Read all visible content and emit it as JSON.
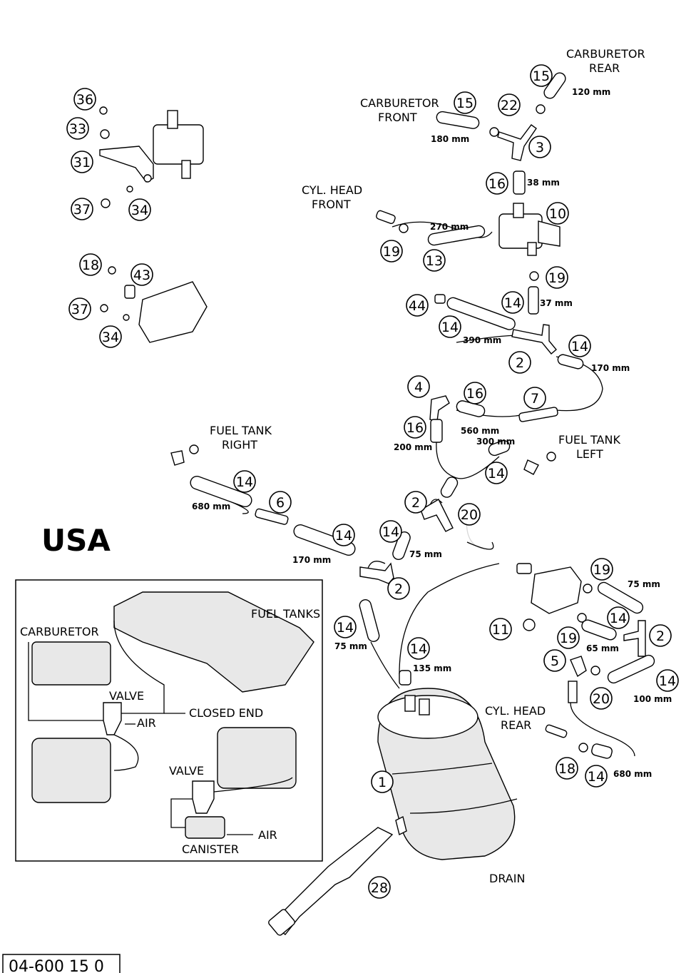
{
  "region_title": "USA",
  "figure_code": "04-600 15 0",
  "callouts": [
    {
      "id": "c36",
      "n": "36"
    },
    {
      "id": "c33",
      "n": "33"
    },
    {
      "id": "c31",
      "n": "31"
    },
    {
      "id": "c37a",
      "n": "37"
    },
    {
      "id": "c34a",
      "n": "34"
    },
    {
      "id": "c18a",
      "n": "18"
    },
    {
      "id": "c43",
      "n": "43"
    },
    {
      "id": "c37b",
      "n": "37"
    },
    {
      "id": "c34b",
      "n": "34"
    },
    {
      "id": "c15a",
      "n": "15"
    },
    {
      "id": "c15b",
      "n": "15"
    },
    {
      "id": "c22",
      "n": "22"
    },
    {
      "id": "c3",
      "n": "3"
    },
    {
      "id": "c16a",
      "n": "16"
    },
    {
      "id": "c10",
      "n": "10"
    },
    {
      "id": "c19a",
      "n": "19"
    },
    {
      "id": "c13",
      "n": "13"
    },
    {
      "id": "c19b",
      "n": "19"
    },
    {
      "id": "c14a",
      "n": "14"
    },
    {
      "id": "c44",
      "n": "44"
    },
    {
      "id": "c14b",
      "n": "14"
    },
    {
      "id": "c2a",
      "n": "2"
    },
    {
      "id": "c14c",
      "n": "14"
    },
    {
      "id": "c4",
      "n": "4"
    },
    {
      "id": "c16b",
      "n": "16"
    },
    {
      "id": "c7",
      "n": "7"
    },
    {
      "id": "c16c",
      "n": "16"
    },
    {
      "id": "c14d",
      "n": "14"
    },
    {
      "id": "c14e",
      "n": "14"
    },
    {
      "id": "c6",
      "n": "6"
    },
    {
      "id": "c14f",
      "n": "14"
    },
    {
      "id": "c2b",
      "n": "2"
    },
    {
      "id": "c20a",
      "n": "20"
    },
    {
      "id": "c14g",
      "n": "14"
    },
    {
      "id": "c2c",
      "n": "2"
    },
    {
      "id": "c19c",
      "n": "19"
    },
    {
      "id": "c14h",
      "n": "14"
    },
    {
      "id": "c11",
      "n": "11"
    },
    {
      "id": "c19d",
      "n": "19"
    },
    {
      "id": "c2d",
      "n": "2"
    },
    {
      "id": "c5",
      "n": "5"
    },
    {
      "id": "c14i",
      "n": "14"
    },
    {
      "id": "c20b",
      "n": "20"
    },
    {
      "id": "c14j",
      "n": "14"
    },
    {
      "id": "c14k",
      "n": "14"
    },
    {
      "id": "c18b",
      "n": "18"
    },
    {
      "id": "c14l",
      "n": "14"
    },
    {
      "id": "c1",
      "n": "1"
    },
    {
      "id": "c28",
      "n": "28"
    }
  ],
  "measurements": {
    "m120": "120 mm",
    "m180": "180 mm",
    "m38": "38 mm",
    "m270": "270 mm",
    "m37": "37 mm",
    "m390": "390 mm",
    "m170a": "170 mm",
    "m560": "560 mm",
    "m300": "300 mm",
    "m200": "200 mm",
    "m680a": "680 mm",
    "m170b": "170 mm",
    "m75a": "75 mm",
    "m75b": "75 mm",
    "m135": "135 mm",
    "m75c": "75 mm",
    "m65": "65 mm",
    "m100": "100 mm",
    "m680b": "680 mm"
  },
  "labels": {
    "carb_rear_1": "CARBURETOR",
    "carb_rear_2": "REAR",
    "carb_front_1": "CARBURETOR",
    "carb_front_2": "FRONT",
    "cyl_front_1": "CYL. HEAD",
    "cyl_front_2": "FRONT",
    "tank_right_1": "FUEL TANK",
    "tank_right_2": "RIGHT",
    "tank_left_1": "FUEL TANK",
    "tank_left_2": "LEFT",
    "cyl_rear_1": "CYL. HEAD",
    "cyl_rear_2": "REAR",
    "drain": "DRAIN"
  },
  "inset": {
    "fuel_tanks": "FUEL TANKS",
    "carburetor": "CARBURETOR",
    "valve_1": "VALVE",
    "air_1": "AIR",
    "closed_end": "CLOSED END",
    "valve_2": "VALVE",
    "air_2": "AIR",
    "canister": "CANISTER"
  }
}
